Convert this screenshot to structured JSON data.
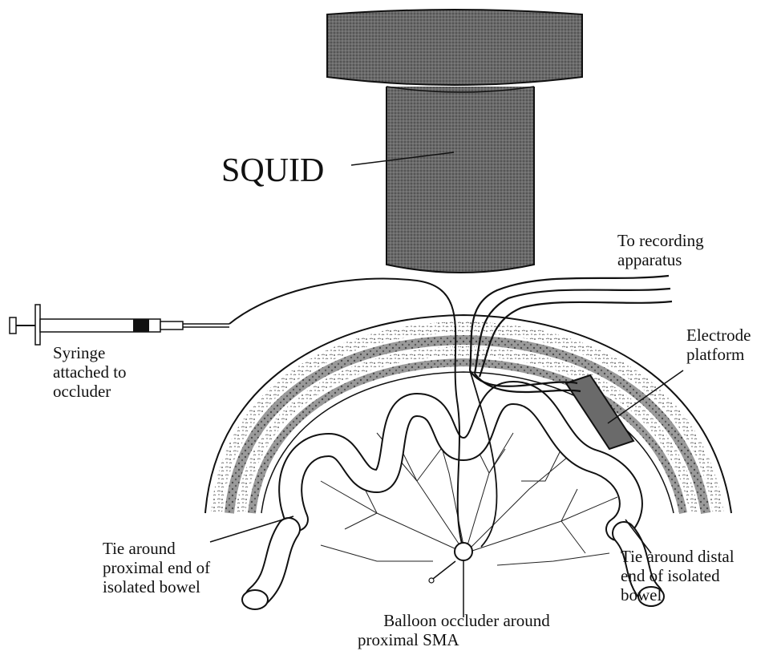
{
  "labels": {
    "squid": "SQUID",
    "recording_line1": "To recording",
    "recording_line2": "apparatus",
    "electrode_line1": "Electrode",
    "electrode_line2": "platform",
    "syringe_line1": "Syringe",
    "syringe_line2": "attached to",
    "syringe_line3": "occluder",
    "tie_proximal_line1": "Tie around",
    "tie_proximal_line2": "proximal end of",
    "tie_proximal_line3": "isolated bowel",
    "tie_distal_line1": "Tie around distal",
    "tie_distal_line2": "end of isolated",
    "tie_distal_line3": "bowel",
    "balloon_line1": "Balloon occluder around",
    "balloon_line2": "proximal SMA"
  },
  "colors": {
    "ink": "#111111",
    "squid_fill": "#555555",
    "electrode_fill": "#6a6a6a",
    "tissue_fill": "#bdbdbd"
  },
  "icons": {
    "squid": "squid-detector-icon",
    "syringe": "syringe-icon",
    "electrode": "electrode-platform-icon",
    "bowel": "bowel-loop-icon",
    "balloon": "balloon-occluder-icon"
  }
}
